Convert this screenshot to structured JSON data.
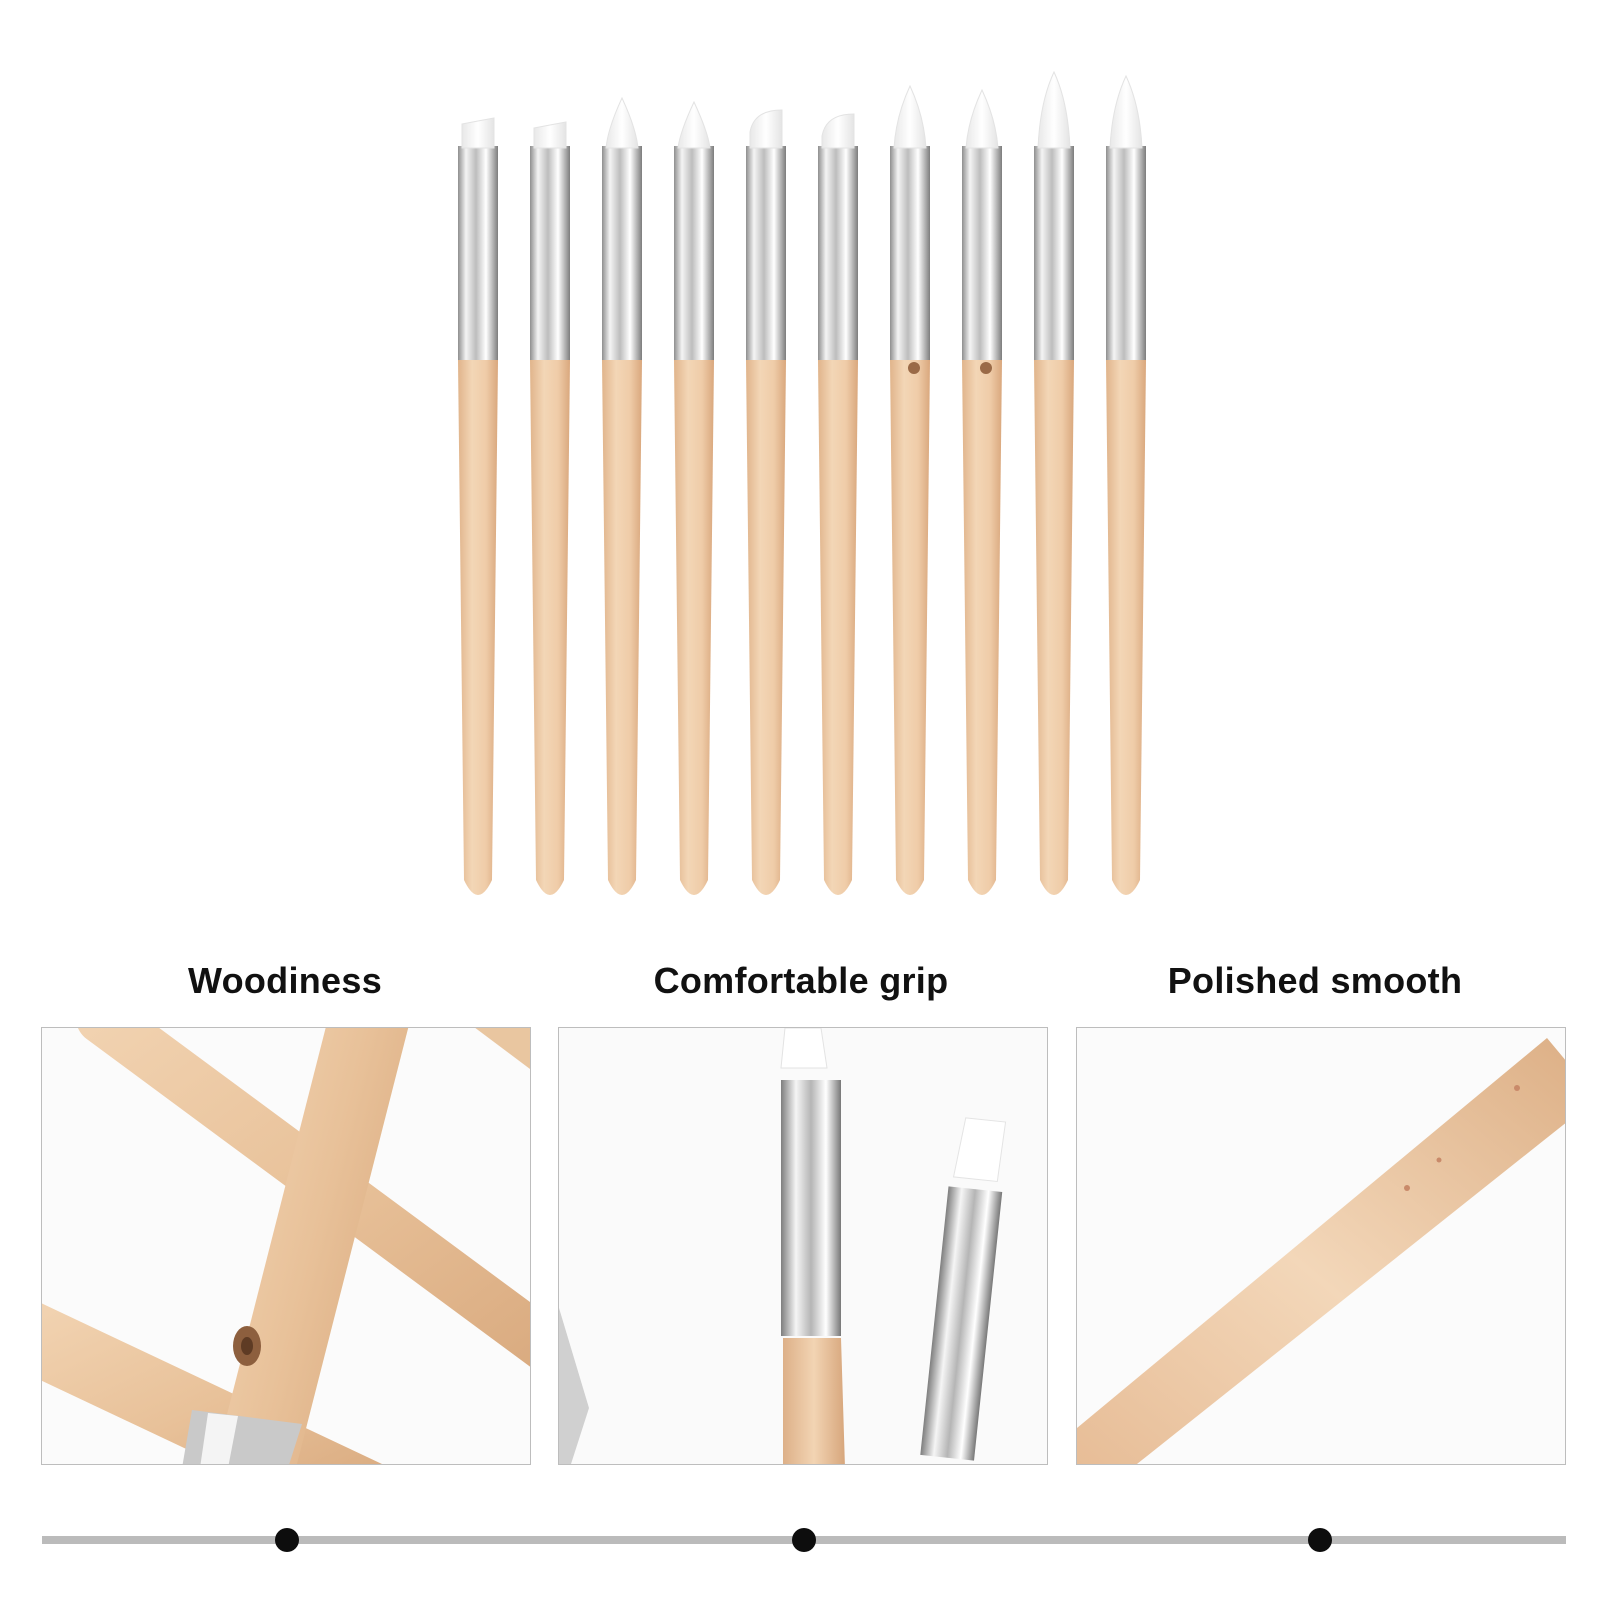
{
  "features": [
    {
      "label": "Woodiness"
    },
    {
      "label": "Comfortable grip"
    },
    {
      "label": "Polished smooth"
    }
  ],
  "colors": {
    "wood": "#efcfac",
    "wood_shade": "#e2b78f",
    "silver": "#d9d9d9",
    "silicone_tip": "#f7f7f7",
    "timeline": "#bbbbbb",
    "dot": "#0d0d0d"
  },
  "tip_shapes": [
    "flat",
    "flat",
    "cone",
    "cone",
    "chisel",
    "chisel",
    "point",
    "point",
    "taper",
    "taper"
  ]
}
